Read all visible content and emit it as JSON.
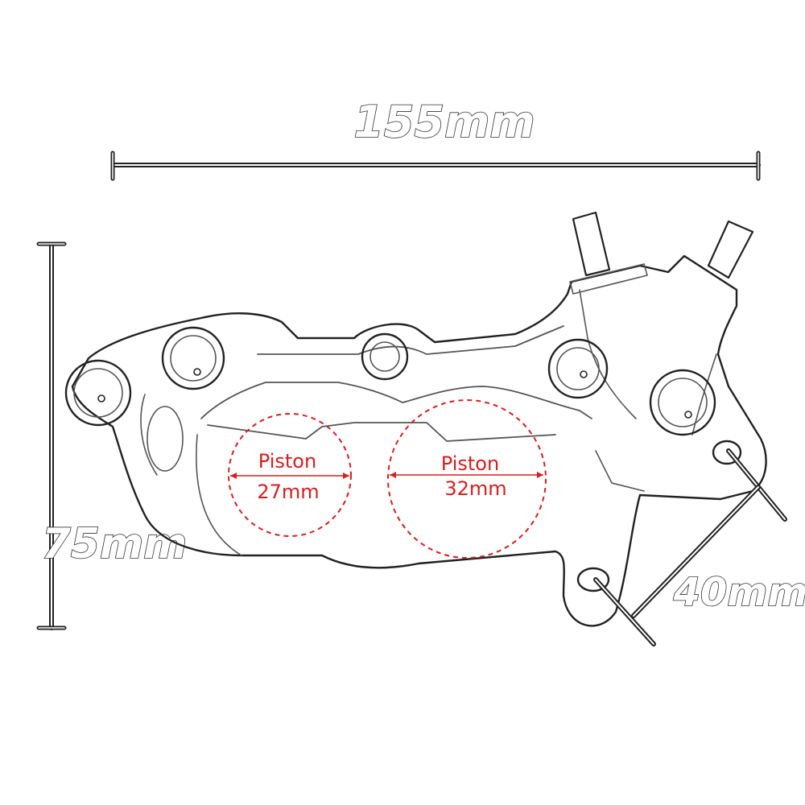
{
  "dimensions": {
    "length": "155mm",
    "height": "75mm",
    "mount_spacing": "40mm"
  },
  "pistons": [
    {
      "label": "Piston",
      "size": "27mm"
    },
    {
      "label": "Piston",
      "size": "32mm"
    }
  ],
  "colors": {
    "line": "#222222",
    "piston_marker": "#d42020"
  }
}
